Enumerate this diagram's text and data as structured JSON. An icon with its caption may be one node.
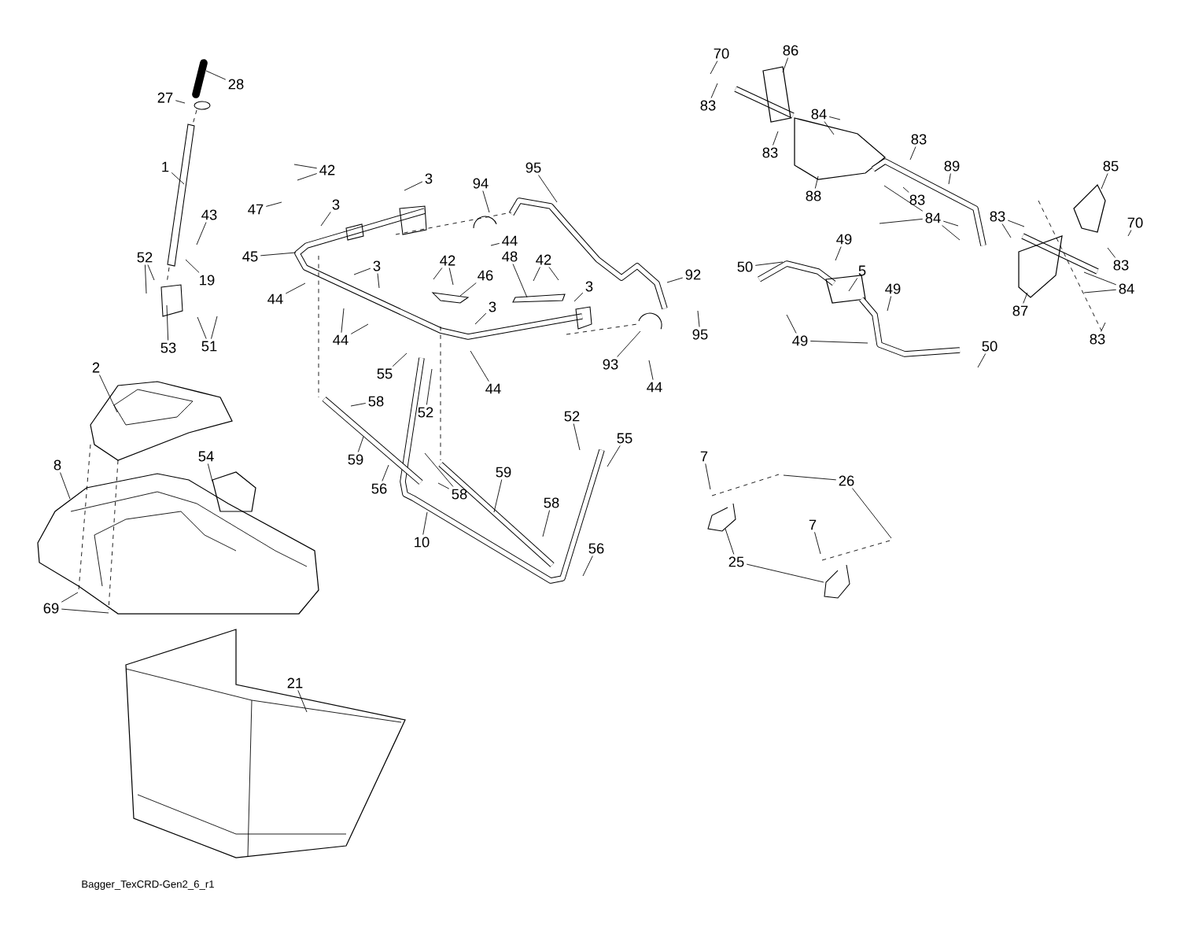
{
  "diagram": {
    "nodes": [
      {
        "text": [
          "28"
        ]
      },
      {
        "text": [
          "27"
        ]
      },
      {
        "text": [
          "1"
        ]
      },
      {
        "text": [
          "43"
        ]
      },
      {
        "text": [
          "19"
        ]
      },
      {
        "text": [
          "52"
        ]
      },
      {
        "text": [
          "53"
        ]
      },
      {
        "text": [
          "51"
        ]
      },
      {
        "text": [
          "42"
        ]
      },
      {
        "text": [
          "47"
        ]
      },
      {
        "text": [
          "3"
        ]
      },
      {
        "text": [
          "3"
        ]
      },
      {
        "text": [
          "45"
        ]
      },
      {
        "text": [
          "44"
        ]
      },
      {
        "text": [
          "3"
        ]
      },
      {
        "text": [
          "44"
        ]
      },
      {
        "text": [
          "42"
        ]
      },
      {
        "text": [
          "46"
        ]
      },
      {
        "text": [
          "94"
        ]
      },
      {
        "text": [
          "44"
        ]
      },
      {
        "text": [
          "95"
        ]
      },
      {
        "text": [
          "48"
        ]
      },
      {
        "text": [
          "42"
        ]
      },
      {
        "text": [
          "3"
        ]
      },
      {
        "text": [
          "3"
        ]
      },
      {
        "text": [
          "92"
        ]
      },
      {
        "text": [
          "95"
        ]
      },
      {
        "text": [
          "93"
        ]
      },
      {
        "text": [
          "44"
        ]
      },
      {
        "text": [
          "44"
        ]
      },
      {
        "text": [
          "55"
        ]
      },
      {
        "text": [
          "52"
        ]
      },
      {
        "text": [
          "58"
        ]
      },
      {
        "text": [
          "59"
        ]
      },
      {
        "text": [
          "56"
        ]
      },
      {
        "text": [
          "58"
        ]
      },
      {
        "text": [
          "59"
        ]
      },
      {
        "text": [
          "10"
        ]
      },
      {
        "text": [
          "58"
        ]
      },
      {
        "text": [
          "52"
        ]
      },
      {
        "text": [
          "55"
        ]
      },
      {
        "text": [
          "56"
        ]
      },
      {
        "text": [
          "2"
        ]
      },
      {
        "text": [
          "8"
        ]
      },
      {
        "text": [
          "54"
        ]
      },
      {
        "text": [
          "69"
        ]
      },
      {
        "text": [
          "21"
        ]
      },
      {
        "text": [
          "7"
        ]
      },
      {
        "text": [
          "26"
        ]
      },
      {
        "text": [
          "7"
        ]
      },
      {
        "text": [
          "25"
        ]
      },
      {
        "text": [
          "70"
        ]
      },
      {
        "text": [
          "86"
        ]
      },
      {
        "text": [
          "83"
        ]
      },
      {
        "text": [
          "84"
        ]
      },
      {
        "text": [
          "83"
        ]
      },
      {
        "text": [
          "83"
        ]
      },
      {
        "text": [
          "89"
        ]
      },
      {
        "text": [
          "88"
        ]
      },
      {
        "text": [
          "83"
        ]
      },
      {
        "text": [
          "84"
        ]
      },
      {
        "text": [
          "83"
        ]
      },
      {
        "text": [
          "85"
        ]
      },
      {
        "text": [
          "70"
        ]
      },
      {
        "text": [
          "83"
        ]
      },
      {
        "text": [
          "84"
        ]
      },
      {
        "text": [
          "87"
        ]
      },
      {
        "text": [
          "83"
        ]
      },
      {
        "text": [
          "49"
        ]
      },
      {
        "text": [
          "50"
        ]
      },
      {
        "text": [
          "5"
        ]
      },
      {
        "text": [
          "49"
        ]
      },
      {
        "text": [
          "49"
        ]
      },
      {
        "text": [
          "50"
        ]
      }
    ],
    "edges": [
      {
        "from": 0,
        "to": null,
        "arrow": "none"
      },
      {
        "from": 1,
        "to": null,
        "arrow": "none"
      },
      {
        "from": 2,
        "to": null,
        "arrow": "none"
      },
      {
        "from": 3,
        "to": null,
        "arrow": "none"
      },
      {
        "from": 4,
        "to": null,
        "arrow": "none"
      },
      {
        "from": 5,
        "to": null,
        "arrow": "none"
      },
      {
        "from": 5,
        "to": null,
        "arrow": "none"
      },
      {
        "from": 6,
        "to": null,
        "arrow": "none"
      },
      {
        "from": 7,
        "to": null,
        "arrow": "none"
      },
      {
        "from": 7,
        "to": null,
        "arrow": "none"
      },
      {
        "from": 8,
        "to": null,
        "arrow": "none"
      },
      {
        "from": 8,
        "to": null,
        "arrow": "none"
      },
      {
        "from": 9,
        "to": null,
        "arrow": "none"
      },
      {
        "from": 10,
        "to": null,
        "arrow": "none"
      },
      {
        "from": 11,
        "to": null,
        "arrow": "none"
      },
      {
        "from": 12,
        "to": null,
        "arrow": "none"
      },
      {
        "from": 13,
        "to": null,
        "arrow": "none"
      },
      {
        "from": 14,
        "to": null,
        "arrow": "none"
      },
      {
        "from": 14,
        "to": null,
        "arrow": "none"
      },
      {
        "from": 15,
        "to": null,
        "arrow": "none"
      },
      {
        "from": 15,
        "to": null,
        "arrow": "none"
      },
      {
        "from": 16,
        "to": null,
        "arrow": "none"
      },
      {
        "from": 16,
        "to": null,
        "arrow": "none"
      },
      {
        "from": 17,
        "to": null,
        "arrow": "none"
      },
      {
        "from": 18,
        "to": null,
        "arrow": "none"
      },
      {
        "from": 19,
        "to": null,
        "arrow": "none"
      },
      {
        "from": 20,
        "to": null,
        "arrow": "none"
      },
      {
        "from": 21,
        "to": null,
        "arrow": "none"
      },
      {
        "from": 22,
        "to": null,
        "arrow": "none"
      },
      {
        "from": 22,
        "to": null,
        "arrow": "none"
      },
      {
        "from": 23,
        "to": null,
        "arrow": "none"
      },
      {
        "from": 24,
        "to": null,
        "arrow": "none"
      },
      {
        "from": 25,
        "to": null,
        "arrow": "none"
      },
      {
        "from": 26,
        "to": null,
        "arrow": "none"
      },
      {
        "from": 27,
        "to": null,
        "arrow": "none"
      },
      {
        "from": 28,
        "to": null,
        "arrow": "none"
      },
      {
        "from": 29,
        "to": null,
        "arrow": "none"
      },
      {
        "from": 30,
        "to": null,
        "arrow": "none"
      },
      {
        "from": 31,
        "to": null,
        "arrow": "none"
      },
      {
        "from": 32,
        "to": null,
        "arrow": "none"
      },
      {
        "from": 33,
        "to": null,
        "arrow": "none"
      },
      {
        "from": 34,
        "to": null,
        "arrow": "none"
      },
      {
        "from": 35,
        "to": null,
        "arrow": "none"
      },
      {
        "from": 35,
        "to": null,
        "arrow": "none"
      },
      {
        "from": 36,
        "to": null,
        "arrow": "none"
      },
      {
        "from": 37,
        "to": null,
        "arrow": "none"
      },
      {
        "from": 38,
        "to": null,
        "arrow": "none"
      },
      {
        "from": 39,
        "to": null,
        "arrow": "none"
      },
      {
        "from": 40,
        "to": null,
        "arrow": "none"
      },
      {
        "from": 41,
        "to": null,
        "arrow": "none"
      },
      {
        "from": 42,
        "to": null,
        "arrow": "none"
      },
      {
        "from": 43,
        "to": null,
        "arrow": "none"
      },
      {
        "from": 44,
        "to": null,
        "arrow": "none"
      },
      {
        "from": 45,
        "to": null,
        "arrow": "none"
      },
      {
        "from": 45,
        "to": null,
        "arrow": "none"
      },
      {
        "from": 46,
        "to": null,
        "arrow": "none"
      },
      {
        "from": 47,
        "to": null,
        "arrow": "none"
      },
      {
        "from": 48,
        "to": null,
        "arrow": "none"
      },
      {
        "from": 48,
        "to": null,
        "arrow": "none"
      },
      {
        "from": 49,
        "to": null,
        "arrow": "none"
      },
      {
        "from": 50,
        "to": null,
        "arrow": "none"
      },
      {
        "from": 50,
        "to": null,
        "arrow": "none"
      },
      {
        "from": 51,
        "to": null,
        "arrow": "none"
      },
      {
        "from": 52,
        "to": null,
        "arrow": "none"
      },
      {
        "from": 53,
        "to": null,
        "arrow": "none"
      },
      {
        "from": 54,
        "to": null,
        "arrow": "none"
      },
      {
        "from": 54,
        "to": null,
        "arrow": "none"
      },
      {
        "from": 55,
        "to": null,
        "arrow": "none"
      },
      {
        "from": 56,
        "to": null,
        "arrow": "none"
      },
      {
        "from": 57,
        "to": null,
        "arrow": "none"
      },
      {
        "from": 58,
        "to": null,
        "arrow": "none"
      },
      {
        "from": 59,
        "to": null,
        "arrow": "none"
      },
      {
        "from": 60,
        "to": null,
        "arrow": "none"
      },
      {
        "from": 60,
        "to": null,
        "arrow": "none"
      },
      {
        "from": 60,
        "to": null,
        "arrow": "none"
      },
      {
        "from": 60,
        "to": null,
        "arrow": "none"
      },
      {
        "from": 61,
        "to": null,
        "arrow": "none"
      },
      {
        "from": 61,
        "to": null,
        "arrow": "none"
      },
      {
        "from": 62,
        "to": null,
        "arrow": "none"
      },
      {
        "from": 63,
        "to": null,
        "arrow": "none"
      },
      {
        "from": 64,
        "to": null,
        "arrow": "none"
      },
      {
        "from": 65,
        "to": null,
        "arrow": "none"
      },
      {
        "from": 65,
        "to": null,
        "arrow": "none"
      },
      {
        "from": 66,
        "to": null,
        "arrow": "none"
      },
      {
        "from": 67,
        "to": null,
        "arrow": "none"
      },
      {
        "from": 68,
        "to": null,
        "arrow": "none"
      },
      {
        "from": 69,
        "to": null,
        "arrow": "none"
      },
      {
        "from": 70,
        "to": null,
        "arrow": "none"
      },
      {
        "from": 71,
        "to": null,
        "arrow": "none"
      },
      {
        "from": 72,
        "to": null,
        "arrow": "none"
      },
      {
        "from": 72,
        "to": null,
        "arrow": "none"
      },
      {
        "from": 73,
        "to": null,
        "arrow": "none"
      }
    ],
    "labels": [
      "Bagger_TexCRD-Gen2_6_r1"
    ]
  }
}
